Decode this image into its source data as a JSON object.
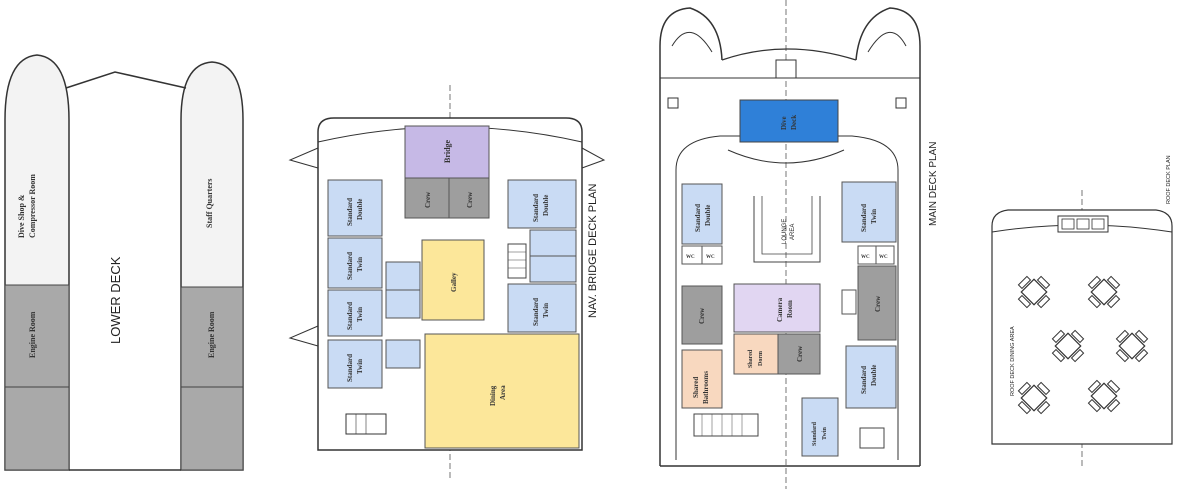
{
  "lower_deck": {
    "title": "LOWER DECK",
    "rooms": [
      "Dive Shop &",
      "Compressor Room",
      "Staff Quarters",
      "Engine Room",
      "Engine Room"
    ]
  },
  "bridge_deck": {
    "title": "NAV. BRIDGE DECK PLAN",
    "rooms": {
      "bridge": "Bridge",
      "crew": "Crew",
      "standard": "Standard",
      "double": "Double",
      "twin": "Twin",
      "galley": "Galley",
      "dining": "Dining",
      "area": "Area"
    }
  },
  "main_deck": {
    "title": "MAIN DECK PLAN",
    "rooms": {
      "dive": "Dive",
      "deck": "Deck",
      "lounge": "LOUNGE",
      "lounge2": "AREA",
      "camera": "Camera",
      "room": "Room",
      "shared": "Shared",
      "bathrooms": "Bathrooms",
      "dorm": "Dorm",
      "crew": "Crew",
      "standard": "Standard",
      "double": "Double",
      "twin": "Twin",
      "wc": "WC"
    }
  },
  "roof_deck": {
    "title": "ROOF DECK PLAN",
    "area": "ROOF DECK DINING AREA"
  },
  "colors": {
    "cabin_blue": "#c9dbf4",
    "crew_grey": "#9e9e9e",
    "bridge_purple": "#c6b9e6",
    "galley_yellow": "#fce79a",
    "dive_deck_blue": "#2f80d8",
    "camera_purple": "#e1d6f2",
    "bath_peach": "#f8d8bf",
    "engine_grey": "#a8a8a8"
  }
}
